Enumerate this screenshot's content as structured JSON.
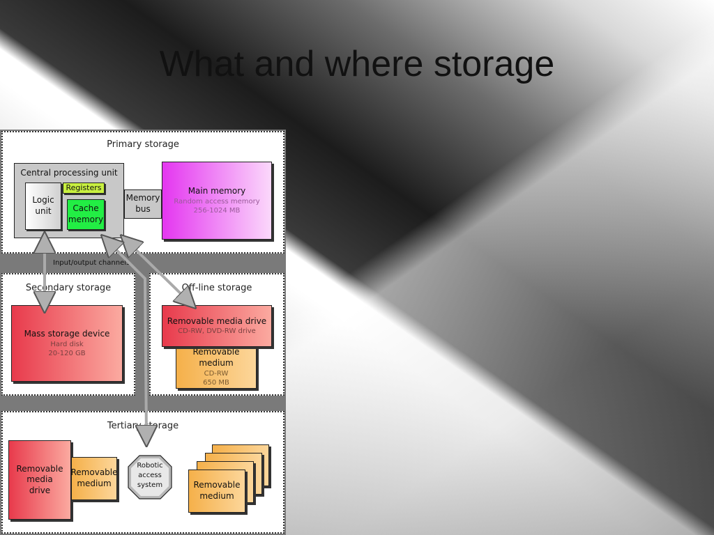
{
  "slide": {
    "title": "What and where storage"
  },
  "diagram": {
    "primary": {
      "title": "Primary storage",
      "cpu": "Central processing unit",
      "registers": "Registers",
      "logic_unit": [
        "Logic",
        "unit"
      ],
      "cache": [
        "Cache",
        "memory"
      ],
      "memory_bus": [
        "Memory",
        "bus"
      ],
      "main_memory": {
        "label": "Main memory",
        "type": "Random access memory",
        "size": "256-1024 MB"
      }
    },
    "io_channels": "Input/output channels",
    "secondary": {
      "title": "Secondary storage",
      "device": {
        "label": "Mass storage device",
        "type": "Hard disk",
        "size": "20-120 GB"
      }
    },
    "offline": {
      "title": "Off-line storage",
      "drive": {
        "label": "Removable media drive",
        "type": "CD-RW, DVD-RW drive"
      },
      "medium": {
        "label": "Removable medium",
        "type": "CD-RW",
        "size": "650 MB"
      }
    },
    "tertiary": {
      "title": "Tertiary storage",
      "drive": [
        "Removable",
        "media",
        "drive"
      ],
      "medium": [
        "Removable",
        "medium"
      ],
      "robot": [
        "Robotic",
        "access",
        "system"
      ],
      "stack_medium": [
        "Removable",
        "medium"
      ]
    }
  }
}
